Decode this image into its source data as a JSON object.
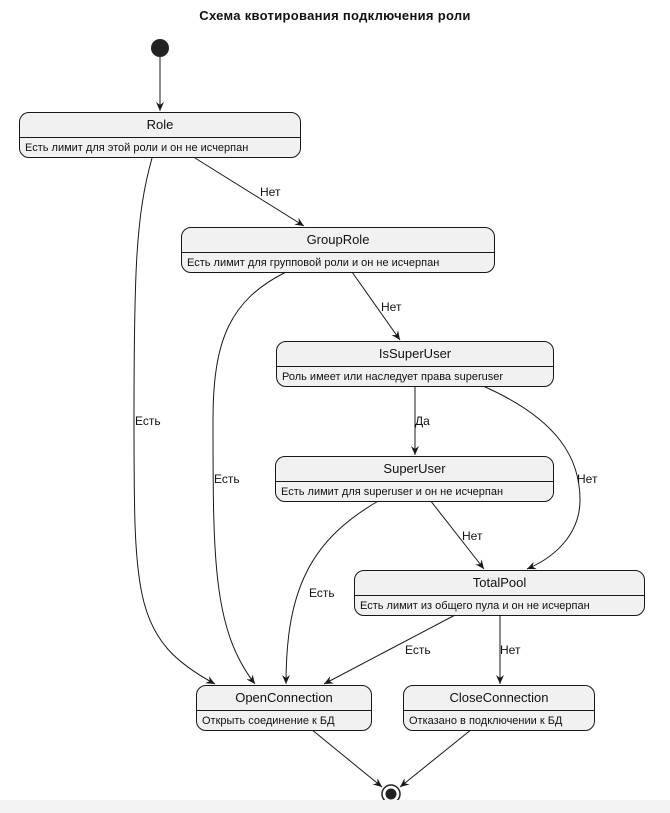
{
  "diagram": {
    "title": "Схема квотирования подключения роли"
  },
  "states": {
    "role": {
      "name": "Role",
      "desc": "Есть лимит для этой роли и он не исчерпан"
    },
    "grouprole": {
      "name": "GroupRole",
      "desc": "Есть лимит для групповой роли и он не исчерпан"
    },
    "issuperuser": {
      "name": "IsSuperUser",
      "desc": "Роль имеет или наследует права superuser"
    },
    "superuser": {
      "name": "SuperUser",
      "desc": "Есть лимит для superuser и он не исчерпан"
    },
    "totalpool": {
      "name": "TotalPool",
      "desc": "Есть лимит из общего пула и он не исчерпан"
    },
    "openconnection": {
      "name": "OpenConnection",
      "desc": "Открыть соединение к БД"
    },
    "closeconnection": {
      "name": "CloseConnection",
      "desc": "Отказано в подключении к БД"
    }
  },
  "transitions": {
    "role_grouprole": "Нет",
    "role_open": "Есть",
    "grouprole_issuperuser": "Нет",
    "grouprole_open": "Есть",
    "issuperuser_superuser": "Да",
    "issuperuser_totalpool": "Нет",
    "superuser_totalpool": "Нет",
    "superuser_open": "Есть",
    "totalpool_open": "Есть",
    "totalpool_close": "Нет"
  },
  "colors": {
    "state_fill": "#f1f1f1",
    "border": "#181818",
    "arrow": "#181818"
  }
}
